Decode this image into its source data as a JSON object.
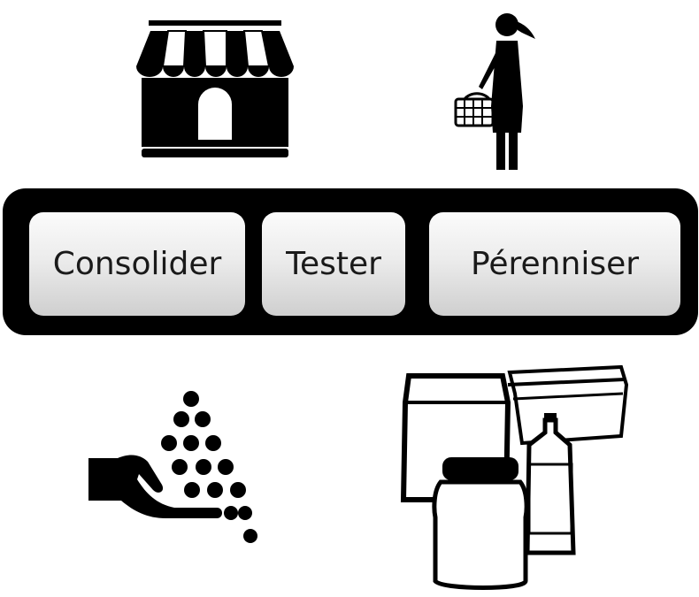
{
  "steps": [
    {
      "label": "Consolider"
    },
    {
      "label": "Tester"
    },
    {
      "label": "Pérenniser"
    }
  ],
  "icons": {
    "top_left": "storefront-icon",
    "top_right": "shopper-with-basket-icon",
    "bottom_left": "hand-with-seeds-icon",
    "bottom_right": "reusable-containers-icon"
  }
}
